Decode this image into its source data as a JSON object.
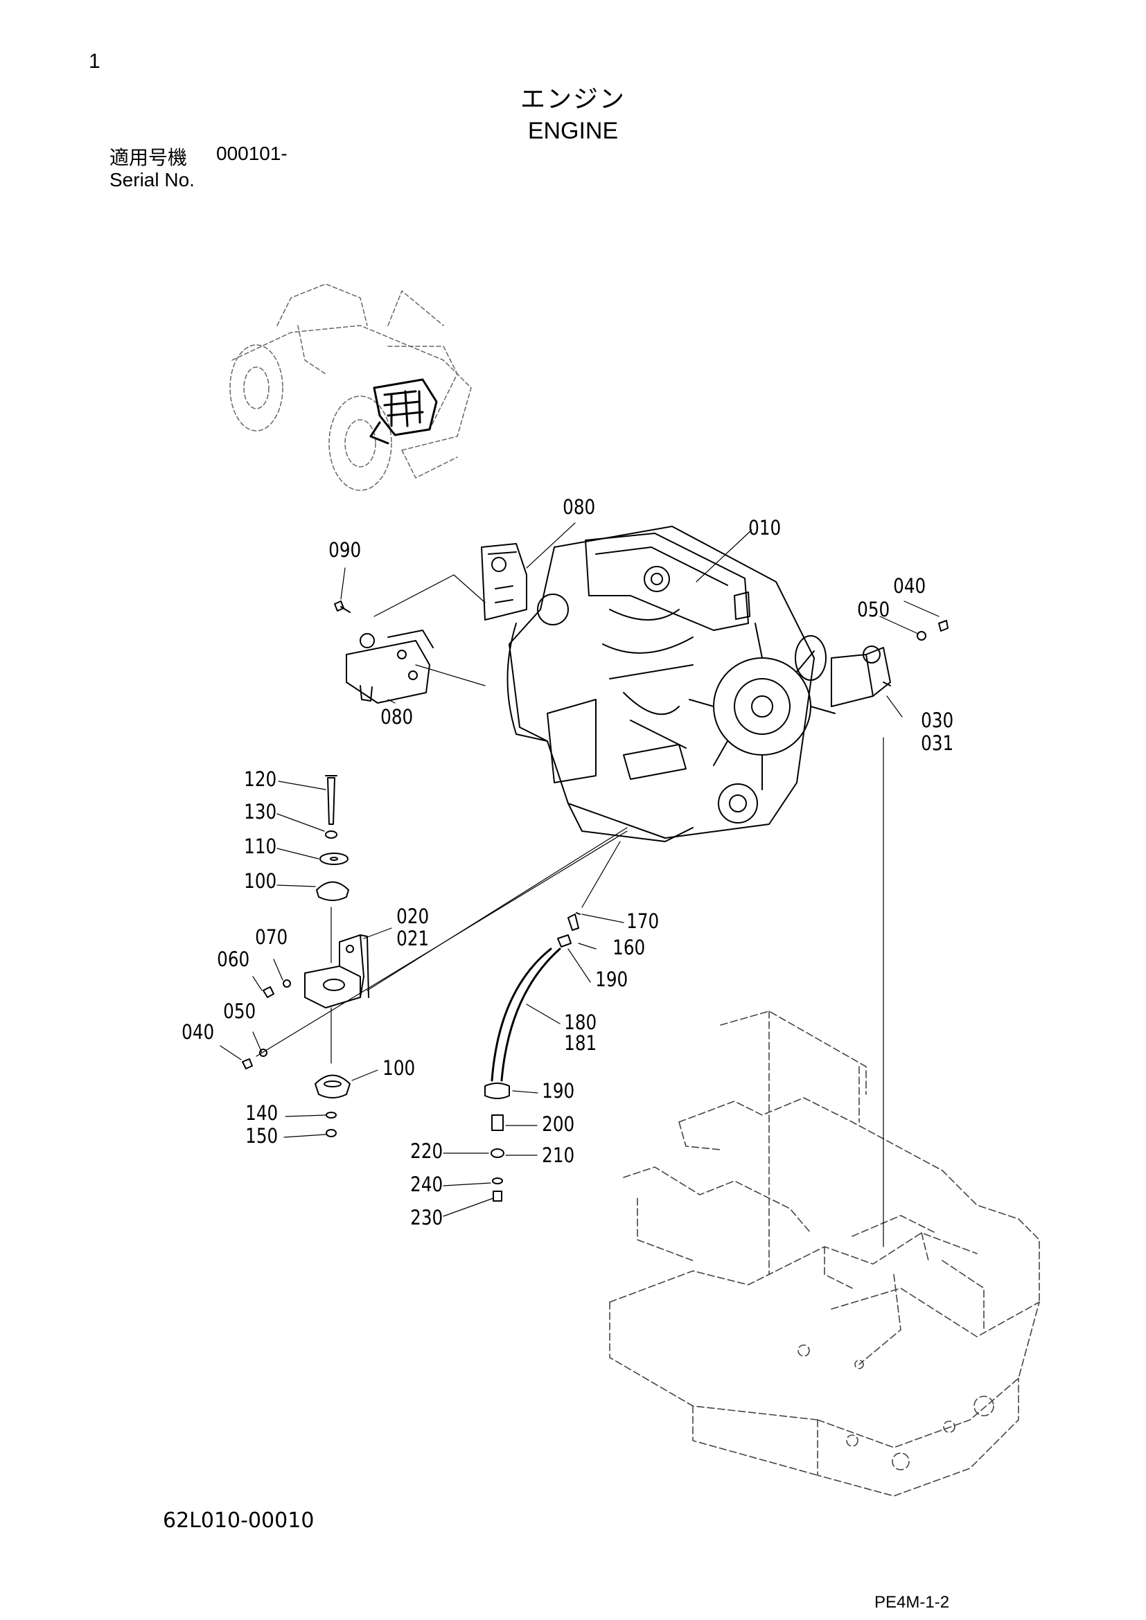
{
  "page_number": "1",
  "title_jp": "エンジン",
  "title_en": "ENGINE",
  "serial": {
    "label_jp": "適用号機",
    "value": "000101-",
    "label_en": "Serial No."
  },
  "part_labels": {
    "p010": "010",
    "p020": "020",
    "p021": "021",
    "p030": "030",
    "p031": "031",
    "p040a": "040",
    "p040b": "040",
    "p050a": "050",
    "p050b": "050",
    "p060": "060",
    "p070": "070",
    "p080a": "080",
    "p080b": "080",
    "p090": "090",
    "p100a": "100",
    "p100b": "100",
    "p110": "110",
    "p120": "120",
    "p130": "130",
    "p140": "140",
    "p150": "150",
    "p160": "160",
    "p170": "170",
    "p180": "180",
    "p181": "181",
    "p190a": "190",
    "p190b": "190",
    "p200": "200",
    "p210": "210",
    "p220": "220",
    "p230": "230",
    "p240": "240"
  },
  "drawing_code": "62L010-00010",
  "page_code": "PE4M-1-2"
}
